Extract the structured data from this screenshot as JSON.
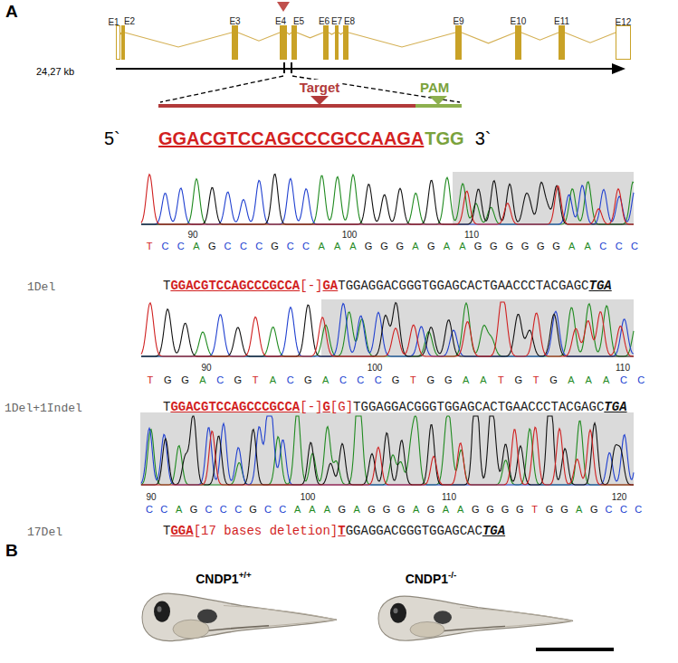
{
  "diagram": {
    "nodes": [
      {
        "text": [
          "E1"
        ]
      },
      {
        "text": [
          "E2"
        ]
      },
      {
        "text": [
          "E3"
        ]
      },
      {
        "text": [
          "E4"
        ]
      },
      {
        "text": [
          "E5"
        ]
      },
      {
        "text": [
          "E6"
        ]
      },
      {
        "text": [
          "E7"
        ]
      },
      {
        "text": [
          "E8"
        ]
      },
      {
        "text": [
          "E9"
        ]
      },
      {
        "text": [
          "E10"
        ]
      },
      {
        "text": [
          "E11"
        ]
      },
      {
        "text": [
          "E12"
        ]
      }
    ],
    "edges": [
      {
        "from": 0,
        "to": 1,
        "arrow": "none"
      },
      {
        "from": 1,
        "to": 2,
        "arrow": "none"
      },
      {
        "from": 2,
        "to": 3,
        "arrow": "none"
      },
      {
        "from": 3,
        "to": 4,
        "arrow": "none"
      },
      {
        "from": 4,
        "to": 5,
        "arrow": "none"
      },
      {
        "from": 5,
        "to": 6,
        "arrow": "none"
      },
      {
        "from": 6,
        "to": 7,
        "arrow": "none"
      },
      {
        "from": 7,
        "to": 8,
        "arrow": "none"
      },
      {
        "from": 8,
        "to": 9,
        "arrow": "none"
      },
      {
        "from": 9,
        "to": 10,
        "arrow": "none"
      },
      {
        "from": 10,
        "to": 11,
        "arrow": "none"
      }
    ],
    "labels": [
      "A",
      "Target",
      "PAM",
      "5`",
      "GGACGTCCAGCCCGCCAAGA",
      "TGG",
      "3`",
      "24,27 kb",
      "T C C A G C C C G C C A A A G G G A G A A G G G G G G A A C C C",
      "90",
      "100",
      "110",
      "1Del",
      "TGGACGTCCAGCCCGCCA[-]GATGGAGGACGGGTGGAGCACTGAACCCTACGAGCTGA",
      "T G G A C G T A C G A C C C G T G G A A T G T G A A A C C",
      "90",
      "100",
      "110",
      "1Del+1Indel",
      "TGGACGTCCAGCCCGCCA[-]G[G]TGGAGGACGGGTGGAGCACTGAACCCTACGAGCTGA",
      "C C A G C C C G C C A A A G A G G G A G A A G G G G T G G A G C C C",
      "90",
      "100",
      "110",
      "120",
      "17Del",
      "TGGA[17 bases deletion]TGGAGGACGGGTGGAGCACTGA",
      "B",
      "CNDP1+/+",
      "CNDP1-/-"
    ]
  }
}
